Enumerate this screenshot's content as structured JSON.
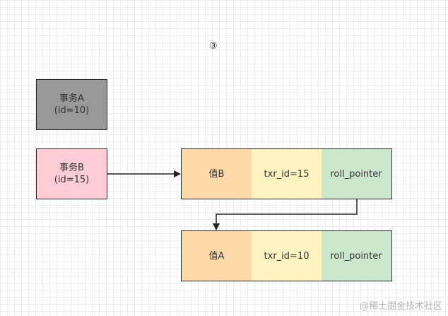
{
  "step_marker": "③",
  "transactions": [
    {
      "name": "事务A",
      "id_text": "(id=10)",
      "color": "#999999"
    },
    {
      "name": "事务B",
      "id_text": "(id=15)",
      "color": "#ffcdd5"
    }
  ],
  "records": [
    {
      "value": "值B",
      "txr_id": "txr_id=15",
      "pointer": "roll_pointer"
    },
    {
      "value": "值A",
      "txr_id": "txr_id=10",
      "pointer": "roll_pointer"
    }
  ],
  "colors": {
    "value_cell": "#ffdaa8",
    "txr_cell": "#fff4c0",
    "pointer_cell": "#cce8cc",
    "line": "#222222"
  },
  "watermark": "@稀土掘金技术社区"
}
